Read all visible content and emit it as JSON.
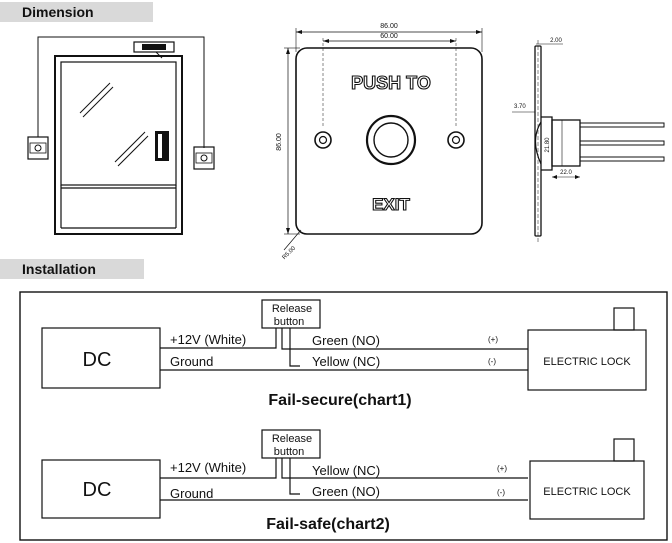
{
  "sections": {
    "dimension": "Dimension",
    "installation": "Installation"
  },
  "front_plate": {
    "top_text": "PUSH TO",
    "bottom_text": "EXIT"
  },
  "dims": {
    "overall_width": "86.00",
    "hole_spacing": "60.00",
    "height": "86.00",
    "corner": "R5.00",
    "side_top": "2.00",
    "side_left": "3.70",
    "side_body": "21.80",
    "side_bottom": "22.0"
  },
  "charts": [
    {
      "dc": "DC",
      "release_line1": "Release",
      "release_line2": "button",
      "wire_v": "+12V (White)",
      "wire_gnd": "Ground",
      "wire_a": "Green (NO)",
      "wire_b": "Yellow (NC)",
      "pol_a": "(+)",
      "pol_b": "(-)",
      "lock": "ELECTRIC LOCK",
      "caption": "Fail-secure(chart1)"
    },
    {
      "dc": "DC",
      "release_line1": "Release",
      "release_line2": "button",
      "wire_v": "+12V (White)",
      "wire_gnd": "Ground",
      "wire_a": "Yellow (NC)",
      "wire_b": "Green (NO)",
      "pol_a": "(+)",
      "pol_b": "(-)",
      "lock": "ELECTRIC LOCK",
      "caption": "Fail-safe(chart2)"
    }
  ]
}
